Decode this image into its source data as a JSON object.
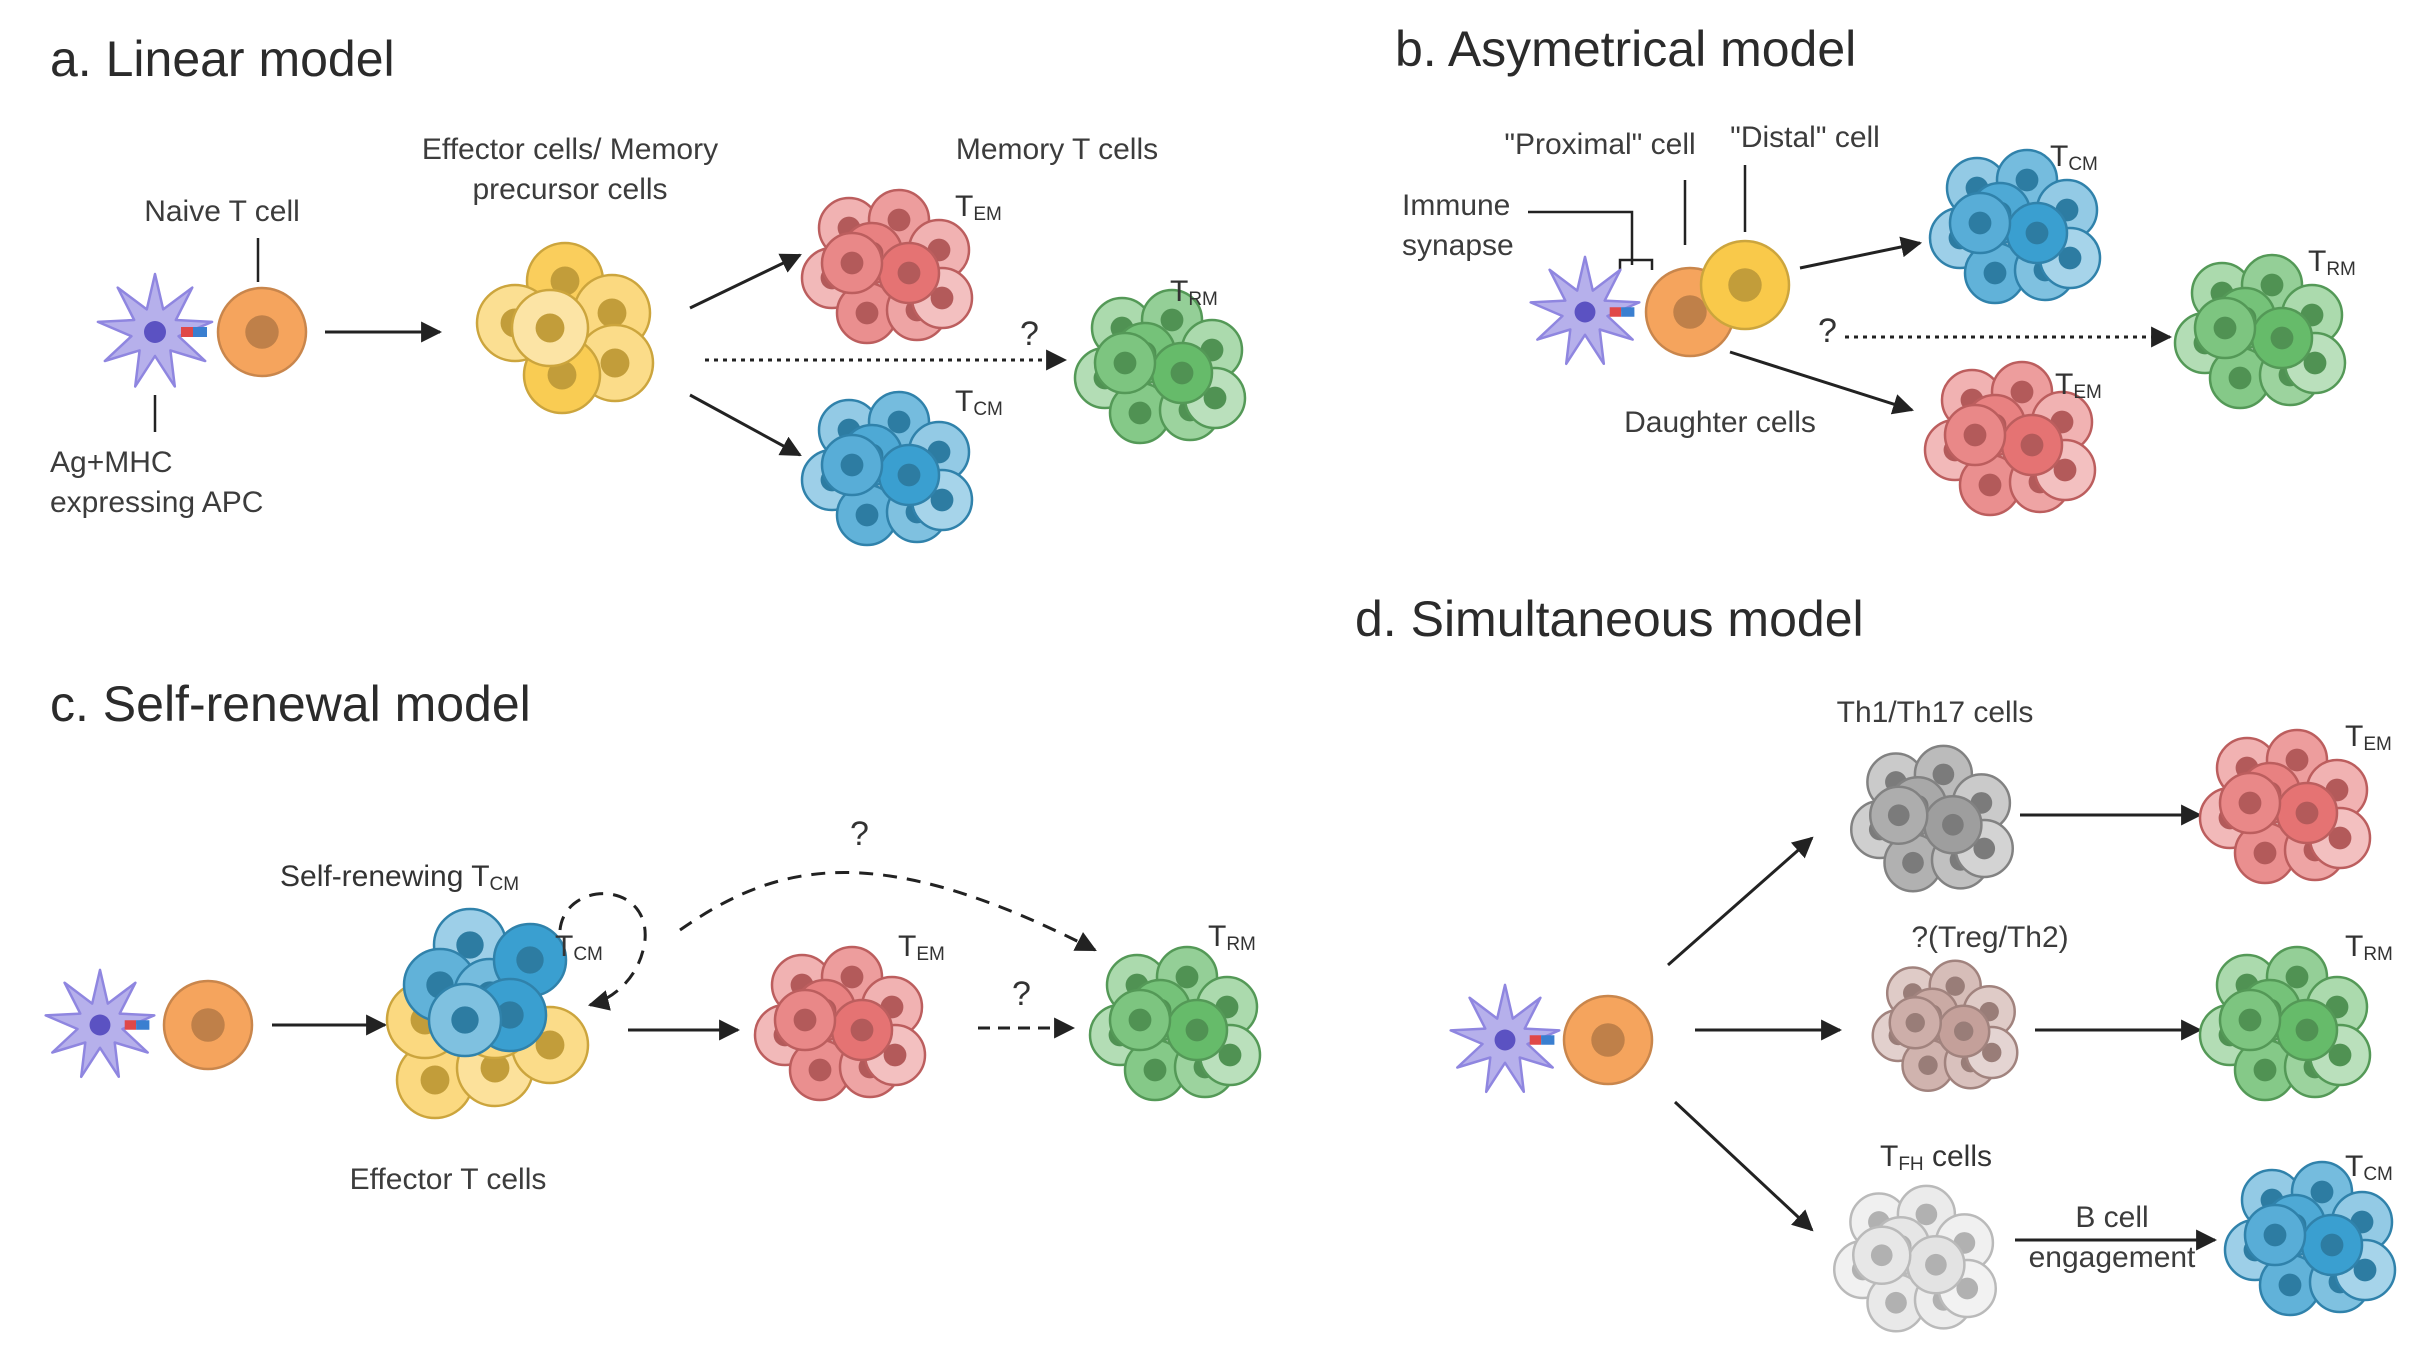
{
  "panels": {
    "a": {
      "title": "a. Linear model",
      "naive": "Naive T cell",
      "effector": "Effector cells/ Memory\nprecursor cells",
      "memory": "Memory T cells",
      "apc": "Ag+MHC\nexpressing APC",
      "tem": {
        "main": "T",
        "sub": "EM"
      },
      "tcm": {
        "main": "T",
        "sub": "CM"
      },
      "trm": {
        "main": "T",
        "sub": "RM"
      },
      "question": "?"
    },
    "b": {
      "title": "b. Asymetrical model",
      "proximal": "\"Proximal\" cell",
      "distal": "\"Distal\" cell",
      "synapse": "Immune\nsynapse",
      "daughter": "Daughter cells",
      "tcm": {
        "main": "T",
        "sub": "CM"
      },
      "tem": {
        "main": "T",
        "sub": "EM"
      },
      "trm": {
        "main": "T",
        "sub": "RM"
      },
      "question": "?"
    },
    "c": {
      "title": "c. Self-renewal model",
      "self_renewing": {
        "main": "Self-renewing T",
        "sub": "CM"
      },
      "effector": "Effector T cells",
      "tcm": {
        "main": "T",
        "sub": "CM"
      },
      "tem": {
        "main": "T",
        "sub": "EM"
      },
      "trm": {
        "main": "T",
        "sub": "RM"
      },
      "question_top": "?",
      "question_mid": "?"
    },
    "d": {
      "title": "d. Simultaneous model",
      "th1": "Th1/Th17 cells",
      "treg": "?(Treg/Th2)",
      "tfh": {
        "main": "T",
        "sub": "FH",
        "rest": " cells"
      },
      "bcell": "B cell\nengagement",
      "tem": {
        "main": "T",
        "sub": "EM"
      },
      "trm": {
        "main": "T",
        "sub": "RM"
      },
      "tcm": {
        "main": "T",
        "sub": "CM"
      }
    }
  },
  "colors": {
    "orange": "#f5a45d",
    "yellow": "#f9c94a",
    "red": "#e57373",
    "green": "#66bb6a",
    "blue": "#3a9fd0",
    "grey": "#9e9e9e",
    "brown": "#c4a09a",
    "light": "#e3e3e3",
    "purple": "#8f86e0"
  }
}
